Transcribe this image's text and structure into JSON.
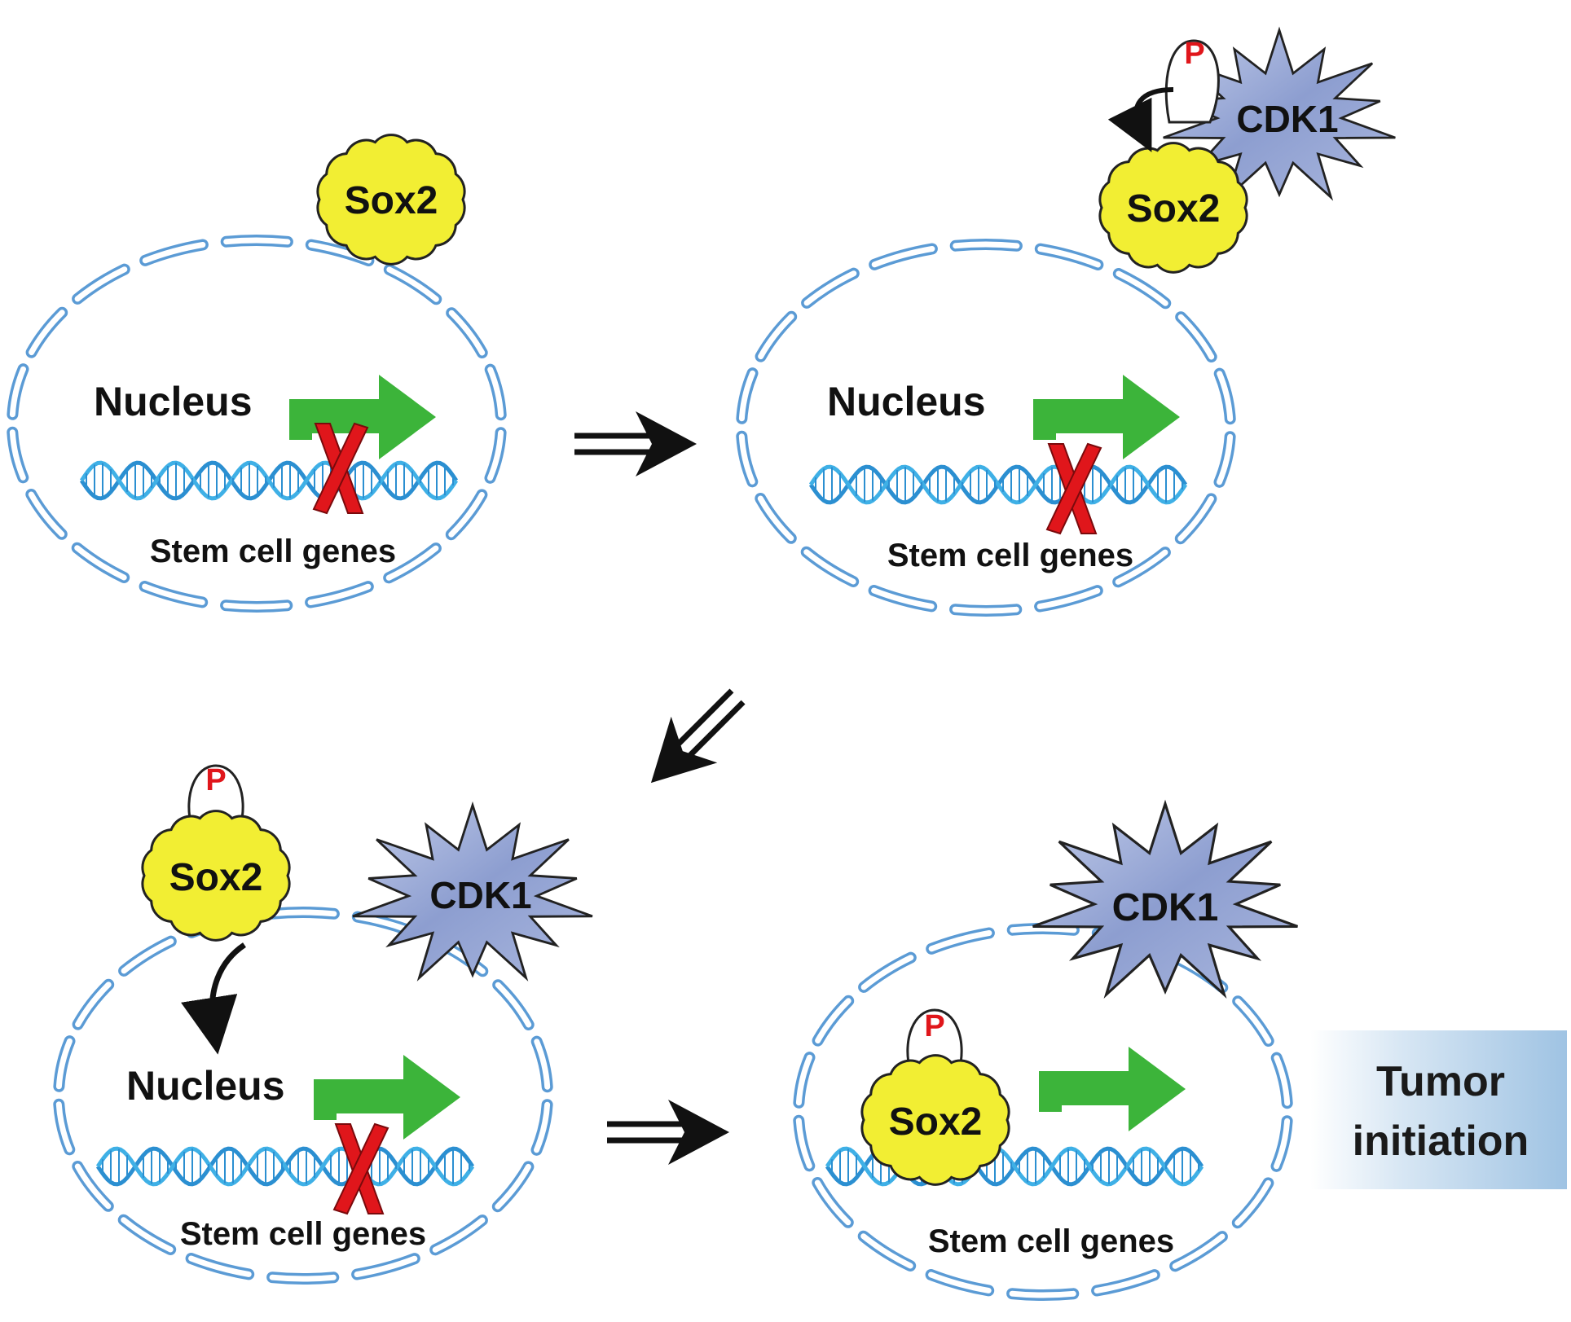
{
  "panels": [
    {
      "nucleus_label": "Nucleus",
      "genes_label": "Stem cell genes",
      "sox2_label": "Sox2",
      "cdk1_label": "",
      "p_label": ""
    },
    {
      "nucleus_label": "Nucleus",
      "genes_label": "Stem cell genes",
      "sox2_label": "Sox2",
      "cdk1_label": "CDK1",
      "p_label": "P"
    },
    {
      "nucleus_label": "Nucleus",
      "genes_label": "Stem cell genes",
      "sox2_label": "Sox2",
      "cdk1_label": "CDK1",
      "p_label": "P"
    },
    {
      "nucleus_label": "",
      "genes_label": "Stem cell genes",
      "sox2_label": "Sox2",
      "cdk1_label": "CDK1",
      "p_label": "P"
    }
  ],
  "outcome": {
    "line1": "Tumor",
    "line2": "initiation"
  },
  "colors": {
    "membrane": "#5b9bd5",
    "sox2_fill": "#f2ee33",
    "cdk1_fill": "#9aaad6",
    "transcription_arrow": "#3cb43a",
    "block_x": "#e0161b",
    "dna": "#2b8fd1",
    "phospho_label": "#e0161b"
  },
  "icons": [
    "sox2-protein-icon",
    "cdk1-kinase-icon",
    "phosphate-tag-icon",
    "dna-helix-icon",
    "transcription-arrow-icon",
    "block-x-icon",
    "process-arrow-icon"
  ]
}
